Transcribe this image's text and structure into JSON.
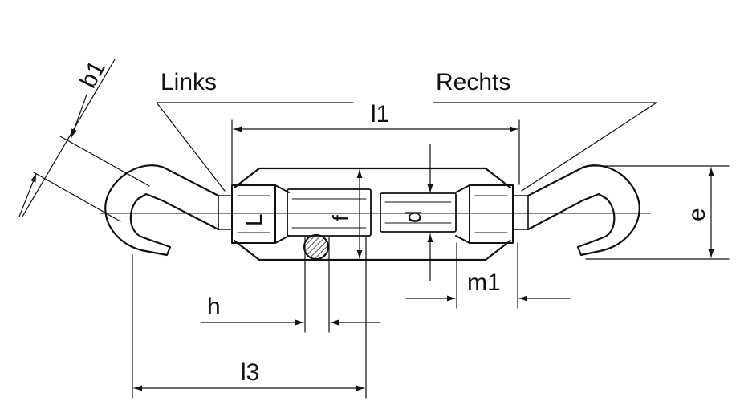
{
  "labels": {
    "links": "Links",
    "rechts": "Rechts",
    "b1": "b1",
    "l1": "l1",
    "L": "L",
    "f": "f",
    "d": "d",
    "e": "e",
    "m1": "m1",
    "h": "h",
    "l3": "l3"
  },
  "colors": {
    "ink": "#111111",
    "paper": "#ffffff"
  }
}
